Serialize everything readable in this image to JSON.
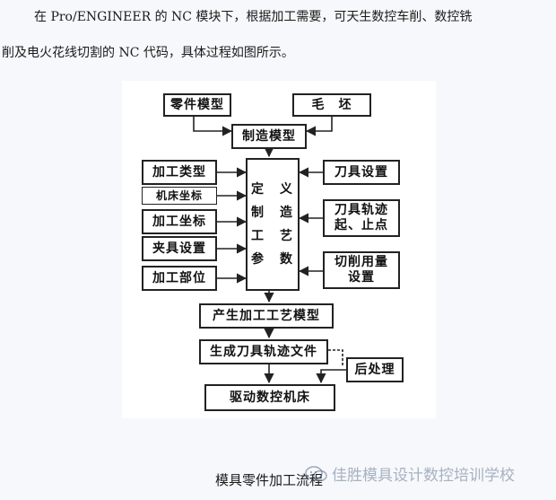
{
  "paragraph": {
    "line1": "在 Pro/ENGINEER 的 NC 模块下，根据加工需要，可天生数控车削、数控铣",
    "line2": "削及电火花线切割的 NC 代码，具体过程如图所示。"
  },
  "diagram": {
    "part_model": "零件模型",
    "blank": "毛　坯",
    "manufacturing_model": "制造模型",
    "left_items": [
      "加工类型",
      "机床坐标",
      "加工坐标",
      "夹具设置",
      "加工部位"
    ],
    "center": "定　义\n制　造\n工　艺\n参　数",
    "right_items": [
      "刀具设置",
      "刀具轨迹\n起、止点",
      "切削用量\n设置"
    ],
    "process_model": "产生加工工艺模型",
    "toolpath_file": "生成刀具轨迹文件",
    "post_processing": "后处理",
    "drive_machine": "驱动数控机床"
  },
  "caption": "模具零件加工流程",
  "watermark": "佳胜模具设计数控培训学校"
}
